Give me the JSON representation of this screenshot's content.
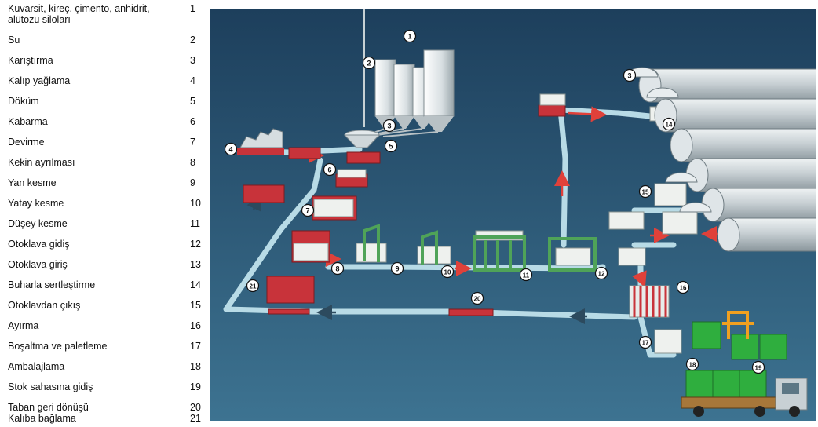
{
  "legend": [
    {
      "num": "1",
      "name": "Kuvarsit, kireç, çimento, anhidrit, alütozu siloları"
    },
    {
      "num": "2",
      "name": "Su"
    },
    {
      "num": "3",
      "name": "Karıştırma"
    },
    {
      "num": "4",
      "name": "Kalıp yağlama"
    },
    {
      "num": "5",
      "name": "Döküm"
    },
    {
      "num": "6",
      "name": "Kabarma"
    },
    {
      "num": "7",
      "name": "Devirme"
    },
    {
      "num": "8",
      "name": "Kekin ayrılması"
    },
    {
      "num": "9",
      "name": "Yan kesme"
    },
    {
      "num": "10",
      "name": "Yatay kesme"
    },
    {
      "num": "11",
      "name": "Düşey kesme"
    },
    {
      "num": "12",
      "name": "Otoklava gidiş"
    },
    {
      "num": "13",
      "name": "Otoklava giriş"
    },
    {
      "num": "14",
      "name": "Buharla sertleştirme"
    },
    {
      "num": "15",
      "name": "Otoklavdan çıkış"
    },
    {
      "num": "16",
      "name": "Ayırma"
    },
    {
      "num": "17",
      "name": "Boşaltma ve paletleme"
    },
    {
      "num": "18",
      "name": "Ambalajlama"
    },
    {
      "num": "19",
      "name": "Stok sahasına gidiş"
    },
    {
      "num": "20",
      "name": "Taban geri dönüşü"
    },
    {
      "num": "21",
      "name": "Kalıba bağlama"
    }
  ],
  "markers": [
    "1",
    "2",
    "3",
    "4",
    "5",
    "6",
    "7",
    "8",
    "9",
    "10",
    "11",
    "12",
    "3",
    "14",
    "15",
    "16",
    "17",
    "18",
    "19",
    "20",
    "21"
  ],
  "colors": {
    "background_top": "#1d3f5c",
    "background_bottom": "#3d7391",
    "conveyor": "#b8dbe6",
    "mold_red": "#c8333a",
    "arrow_red": "#e0413a",
    "autoclave": "#c9d2d6",
    "silo": "#dfe6e8",
    "frame_green": "#4fa358",
    "pack_green": "#2fae3e",
    "forklift": "#f0a020",
    "truck_cab": "#c8d0d4"
  }
}
